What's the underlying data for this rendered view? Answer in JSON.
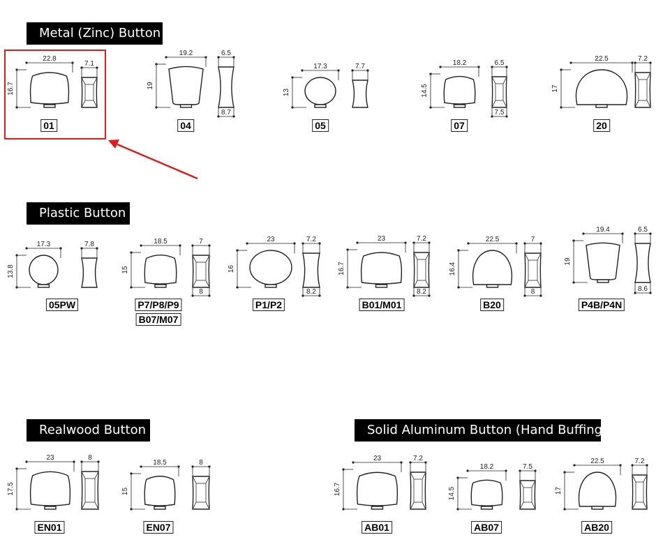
{
  "colors": {
    "header_bg": "#000000",
    "header_text": "#ffffff",
    "highlight": "#e01b1b",
    "line": "#222222"
  },
  "sections": [
    {
      "key": "metal",
      "title": "Metal (Zinc) Button"
    },
    {
      "key": "plastic",
      "title": "Plastic Button"
    },
    {
      "key": "realwood",
      "title": "Realwood Button"
    },
    {
      "key": "aluminum",
      "title": "Solid Aluminum Button (Hand Buffing)"
    }
  ],
  "buttons": [
    {
      "code": "01",
      "shape": "std",
      "width": "22.8",
      "height": "16.7",
      "side_top": "7.1",
      "side_bottom": ""
    },
    {
      "code": "04",
      "shape": "trap",
      "width": "19.2",
      "height": "19",
      "side_top": "6.5",
      "side_bottom": "8.7"
    },
    {
      "code": "05",
      "shape": "oval",
      "width": "17.3",
      "height": "13",
      "side_top": "7.7",
      "side_bottom": ""
    },
    {
      "code": "07",
      "shape": "std",
      "width": "18.2",
      "height": "14.5",
      "side_top": "6.5",
      "side_bottom": "7.5"
    },
    {
      "code": "20",
      "shape": "half",
      "width": "22.5",
      "height": "17",
      "side_top": "7.2",
      "side_bottom": ""
    },
    {
      "code": "05PW",
      "shape": "oval",
      "width": "17.3",
      "height": "13.8",
      "side_top": "7.8",
      "side_bottom": ""
    },
    {
      "code": "P7/P8/P9",
      "code2": "B07/M07",
      "shape": "std",
      "width": "18.5",
      "height": "15",
      "side_top": "7",
      "side_bottom": "8"
    },
    {
      "code": "P1/P2",
      "shape": "oval",
      "width": "23",
      "height": "16",
      "side_top": "7.2",
      "side_bottom": "8.2"
    },
    {
      "code": "B01/M01",
      "shape": "std",
      "width": "23",
      "height": "16.7",
      "side_top": "7.2",
      "side_bottom": "8.2"
    },
    {
      "code": "B20",
      "shape": "half",
      "width": "22.5",
      "height": "16.4",
      "side_top": "7",
      "side_bottom": "8"
    },
    {
      "code": "P4B/P4N",
      "shape": "trap",
      "width": "19.4",
      "height": "19",
      "side_top": "6.5",
      "side_bottom": "8.6"
    },
    {
      "code": "EN01",
      "shape": "std",
      "width": "23",
      "height": "17.5",
      "side_top": "8",
      "side_bottom": ""
    },
    {
      "code": "EN07",
      "shape": "std",
      "width": "18.5",
      "height": "15",
      "side_top": "8",
      "side_bottom": ""
    },
    {
      "code": "AB01",
      "shape": "std",
      "width": "23",
      "height": "16.7",
      "side_top": "7.2",
      "side_bottom": ""
    },
    {
      "code": "AB07",
      "shape": "std",
      "width": "18.2",
      "height": "14.5",
      "side_top": "7.5",
      "side_bottom": ""
    },
    {
      "code": "AB20",
      "shape": "half",
      "width": "22.5",
      "height": "17",
      "side_top": "7.2",
      "side_bottom": ""
    }
  ]
}
